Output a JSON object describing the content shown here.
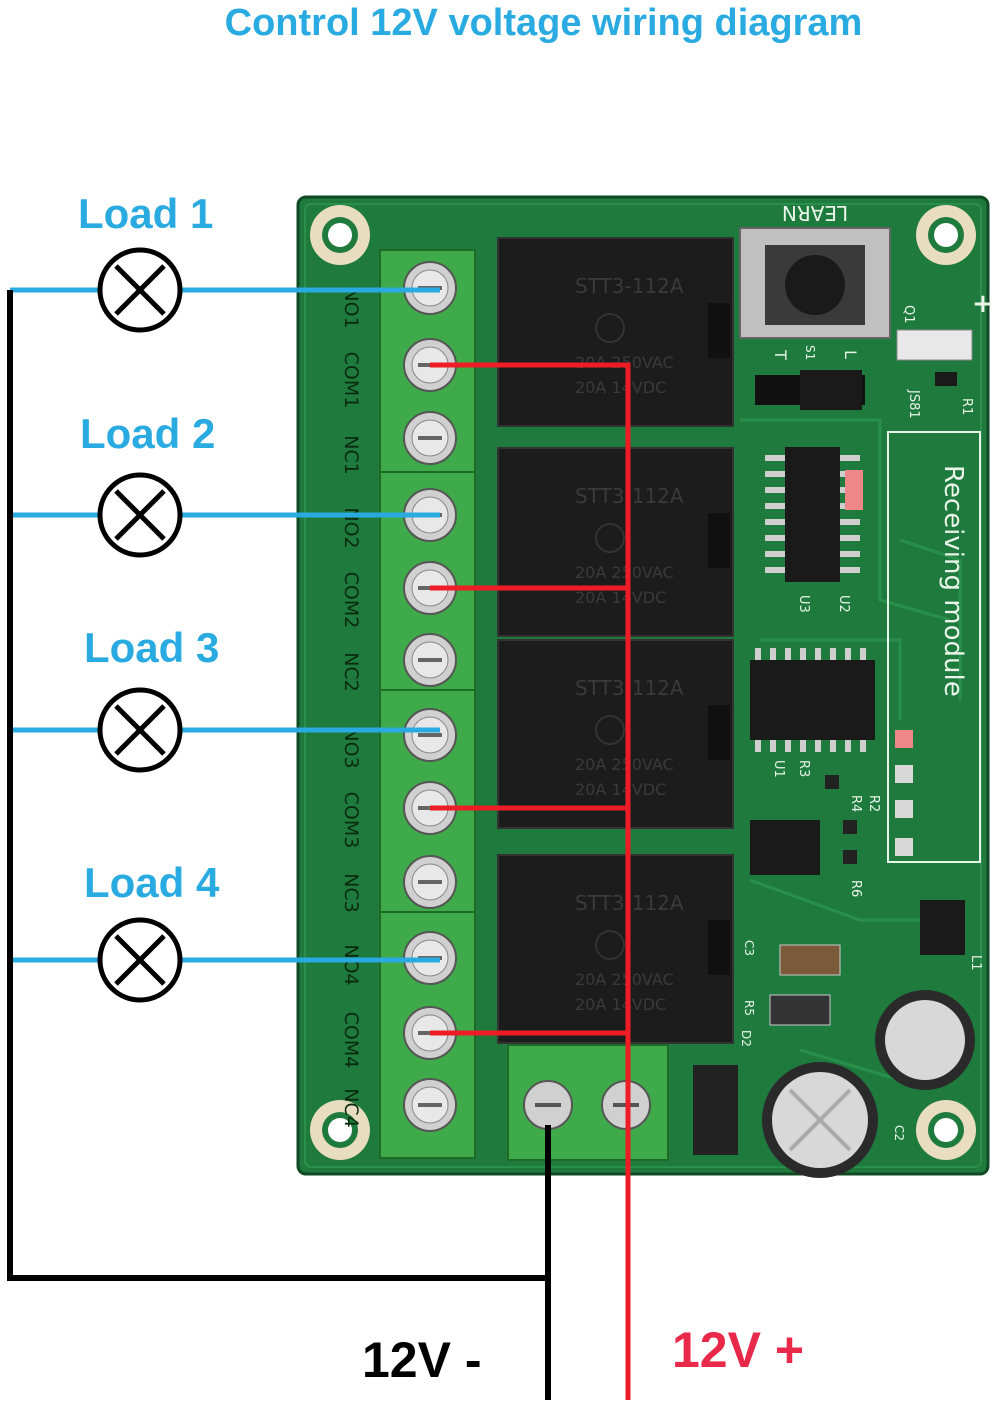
{
  "title": "Control 12V voltage wiring diagram",
  "loads": [
    "Load 1",
    "Load 2",
    "Load 3",
    "Load 4"
  ],
  "terminals": [
    "NO1",
    "COM1",
    "NC1",
    "NO2",
    "COM2",
    "NC2",
    "NO3",
    "COM3",
    "NC3",
    "NO4",
    "COM4",
    "NC4"
  ],
  "relay_text": {
    "model": "STT3-112A",
    "rating1": "20A 250VAC",
    "rating2": "20A 14VDC"
  },
  "board_text": {
    "module": "Receiving module",
    "learn": "LEARN",
    "jumper": "JS81",
    "l": "L",
    "t": "T",
    "s1": "S1",
    "u1": "U1",
    "u2": "U2",
    "u3": "U3",
    "r3": "R3",
    "r4": "R4",
    "r2": "R2",
    "r6": "R6",
    "r5": "R5",
    "c3": "C3",
    "c2": "C2",
    "d2": "D2",
    "l1": "L1",
    "r1": "R1",
    "q1": "Q1",
    "plus": "+"
  },
  "power": {
    "neg": "12V -",
    "pos": "12V +"
  },
  "colors": {
    "title": "#29abe2",
    "load_wire": "#29abe2",
    "pos_wire": "#ee1c25",
    "neg_wire": "#000000",
    "pos_label": "#e8294a",
    "pcb": "#1f7a3e",
    "terminal": "#3faa4a"
  }
}
